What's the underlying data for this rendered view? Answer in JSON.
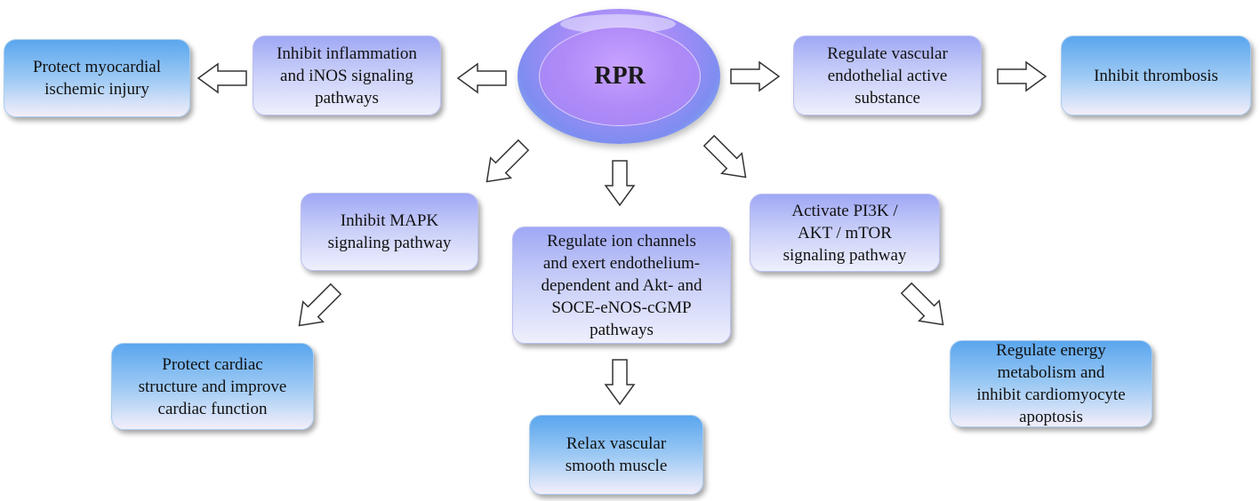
{
  "center": {
    "label": "RPR"
  },
  "boxes": {
    "protect_myocardial": "Protect myocardial\nischemic injury",
    "inhibit_inflammation": "Inhibit inflammation\nand iNOS signaling\npathways",
    "regulate_vascular_endothelial": "Regulate vascular\nendothelial active\nsubstance",
    "inhibit_thrombosis": "Inhibit thrombosis",
    "inhibit_mapk": "Inhibit MAPK\nsignaling pathway",
    "regulate_ion_channels": "Regulate ion channels\nand exert endothelium-\ndependent and Akt- and\nSOCE-eNOS-cGMP\npathways",
    "activate_pi3k": "Activate PI3K /\nAKT / mTOR\nsignaling pathway",
    "protect_cardiac_structure": "Protect cardiac\nstructure and improve\ncardiac function",
    "relax_vascular": "Relax vascular\nsmooth muscle",
    "regulate_energy": "Regulate energy\nmetabolism and\ninhibit cardiomyocyte\napoptosis"
  }
}
